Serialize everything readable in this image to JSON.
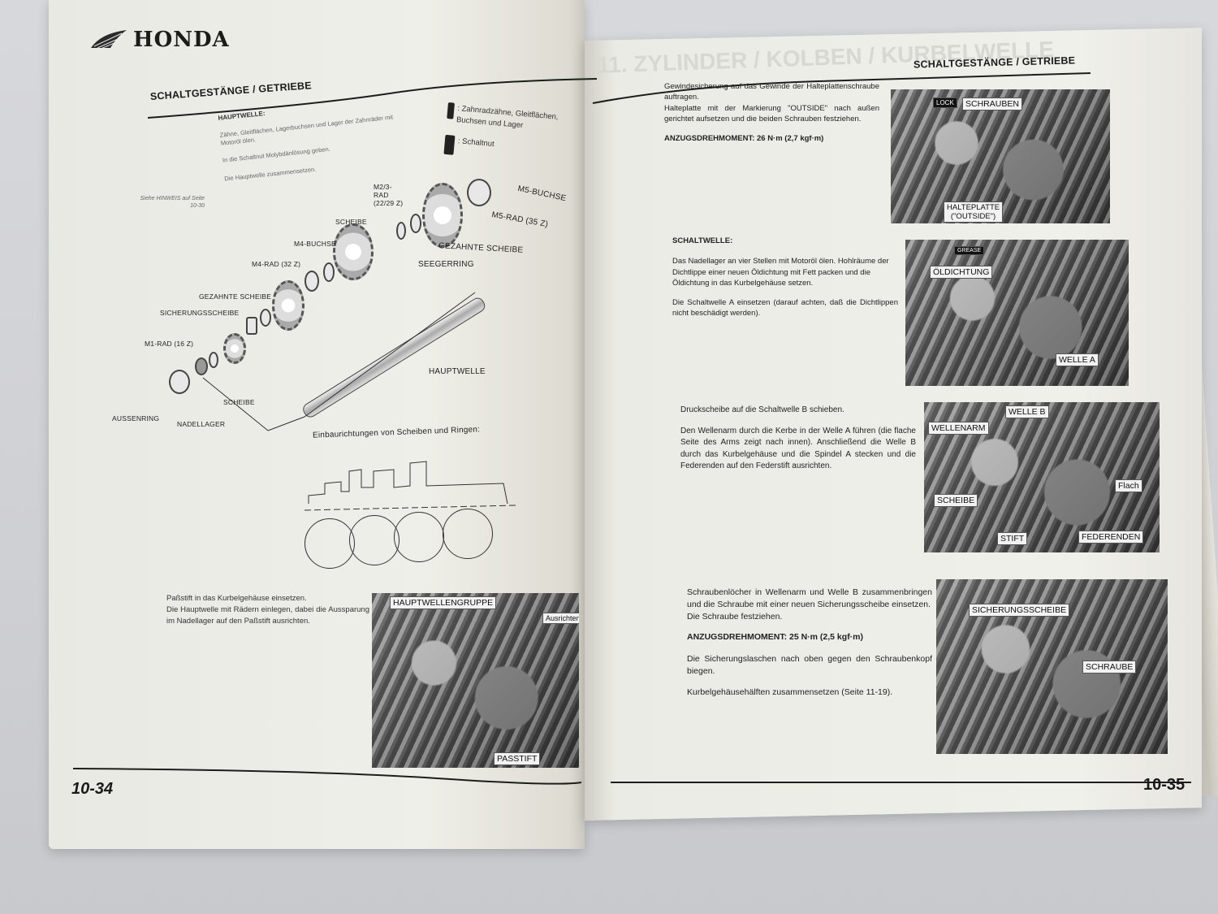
{
  "left_page": {
    "brand": "HONDA",
    "section_title": "SCHALTGESTÄNGE / GETRIEBE",
    "subheading": "HAUPTWELLE:",
    "intro_lines": [
      "Zähne, Gleitflächen, Lagerbuchsen und Lager der Zahnräder mit Motoröl ölen.",
      "In die Schaltnut Molybdänlösung geben.",
      "Die Hauptwelle zusammensetzen."
    ],
    "side_note": "Siehe HINWEIS auf Seite 10-30",
    "legend": [
      {
        "icon": "oil-can-icon",
        "text": ": Zahnradzähne, Gleitflächen, Buchsen und Lager"
      },
      {
        "icon": "moly-oil-icon",
        "text": ": Schaltnut"
      }
    ],
    "diagram_labels": {
      "m5_buchse": "M5-BUCHSE",
      "m5_rad": "M5-RAD (35 Z)",
      "m23_rad": "M2/3-RAD (22/29 Z)",
      "scheibe_top": "SCHEIBE",
      "gezahnte_scheibe_top": "GEZAHNTE SCHEIBE",
      "seegerring": "SEEGERRING",
      "m4_buchse": "M4-BUCHSE",
      "m4_rad": "M4-RAD (32 Z)",
      "gezahnte_scheibe": "GEZAHNTE SCHEIBE",
      "sicherungsscheibe": "SICHERUNGSSCHEIBE",
      "m1_rad": "M1-RAD (16 Z)",
      "hauptwelle": "HAUPTWELLE",
      "scheibe_bottom": "SCHEIBE",
      "aussenring": "AUSSENRING",
      "nadellager": "NADELLAGER"
    },
    "install_caption": "Einbaurichtungen von Scheiben und Ringen:",
    "bottom_text": [
      "Paßstift in das Kurbelgehäuse einsetzen.",
      "Die Hauptwelle mit Rädern einlegen, dabei die Aussparung im Nadellager auf den Paßstift ausrichten."
    ],
    "photo_labels": {
      "group": "HAUPTWELLENGRUPPE",
      "align": "Ausrichten",
      "pin": "PASSTIFT"
    },
    "page_number": "10-34"
  },
  "right_page": {
    "ghost_title": "11. ZYLINDER / KOLBEN / KURBELWELLE",
    "section_title": "SCHALTGESTÄNGE / GETRIEBE",
    "block1": {
      "text": [
        "Gewindesicherung auf das Gewinde der Halteplattenschraube auftragen.",
        "Halteplatte mit der Markierung \"OUTSIDE\" nach außen gerichtet aufsetzen und die beiden Schrauben festziehen."
      ],
      "torque": "ANZUGSDREHMOMENT: 26 N·m (2,7 kgf·m)",
      "photo_labels": {
        "lock": "LOCK",
        "screws": "SCHRAUBEN",
        "plate": "HALTEPLATTE",
        "plate2": "(\"OUTSIDE\")"
      }
    },
    "block2": {
      "heading": "SCHALTWELLE:",
      "text": [
        "Das Nadellager an vier Stellen mit Motoröl ölen. Hohlräume der Dichtlippe einer neuen Öldichtung mit Fett packen und die Öldichtung in das Kurbelgehäuse setzen.",
        "Die Schaltwelle A einsetzen (darauf achten, daß die Dichtlippen nicht beschädigt werden)."
      ],
      "photo_labels": {
        "grease": "GREASE",
        "seal": "ÖLDICHTUNG",
        "shaft_a": "WELLE A"
      }
    },
    "block3": {
      "text": [
        "Druckscheibe auf die Schaltwelle B schieben.",
        "Den Wellenarm durch die Kerbe in der Welle A führen (die flache Seite des Arms zeigt nach innen). Anschließend die Welle B durch das Kurbelgehäuse und die Spindel A stecken und die Federenden auf den Federstift ausrichten."
      ],
      "photo_labels": {
        "shaft_b": "WELLE B",
        "arm": "WELLENARM",
        "flat": "Flach",
        "washer": "SCHEIBE",
        "pin": "STIFT",
        "spring_ends": "FEDERENDEN"
      }
    },
    "block4": {
      "text": [
        "Schraubenlöcher in Wellenarm und Welle B zusammenbringen und die Schraube mit einer neuen Sicherungsscheibe einsetzen.",
        "Die Schraube festziehen."
      ],
      "torque": "ANZUGSDREHMOMENT: 25 N·m (2,5 kgf·m)",
      "text2": "Die Sicherungslaschen nach oben gegen den Schraubenkopf biegen.",
      "text3": "Kurbelgehäusehälften zusammensetzen (Seite 11-19).",
      "photo_labels": {
        "lockwasher": "SICHERUNGSSCHEIBE",
        "bolt": "SCHRAUBE"
      }
    },
    "page_number": "10-35"
  }
}
